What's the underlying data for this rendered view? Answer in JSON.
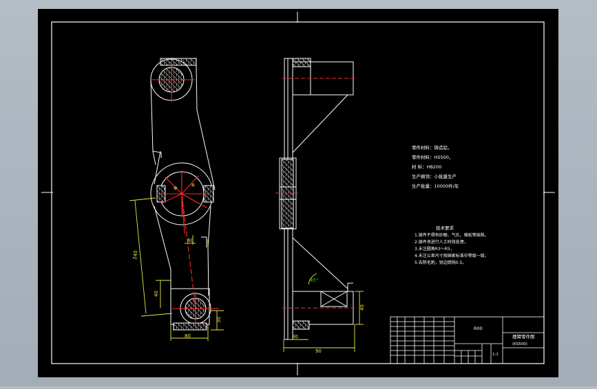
{
  "drawing": {
    "part_code": "R00",
    "part_title": "摆臂零件图",
    "part_subtitle": "(KS500)",
    "scale": "1:1"
  },
  "specs": [
    "零件材料：铸造铝，",
    "零件材料：HS500，",
    "材  料：HB200",
    "生产纲领：小批量生产",
    "生产批量：10000件/年"
  ],
  "tech_requirements": {
    "title": "技术要求",
    "items": [
      "1.铸件不得有砂眼、气孔、缩松等缺陷，",
      "2.铸件须进行人工时效处理，",
      "3.未注圆角R3～R5，",
      "4.未注公差尺寸按国家标准中等级一级，",
      "5.去除毛刺，锐边倒钝0.5。"
    ]
  },
  "dimension_labels": {
    "center_distance": "240",
    "bottom_width": "80",
    "boss_height": "40",
    "bottom_offset": "30",
    "vertical_left": "60",
    "radius_mark": "R",
    "diameter_mark": "Φ",
    "side_width": "80",
    "side_total": "90",
    "angle": "45°"
  },
  "colors": {
    "sheet": "#000000",
    "line": "#ffffff",
    "center_line": "#ff2a2a",
    "dimension": "#e8e84a",
    "dim_green": "#22d022",
    "frame_bg": "#a9b1bb"
  }
}
